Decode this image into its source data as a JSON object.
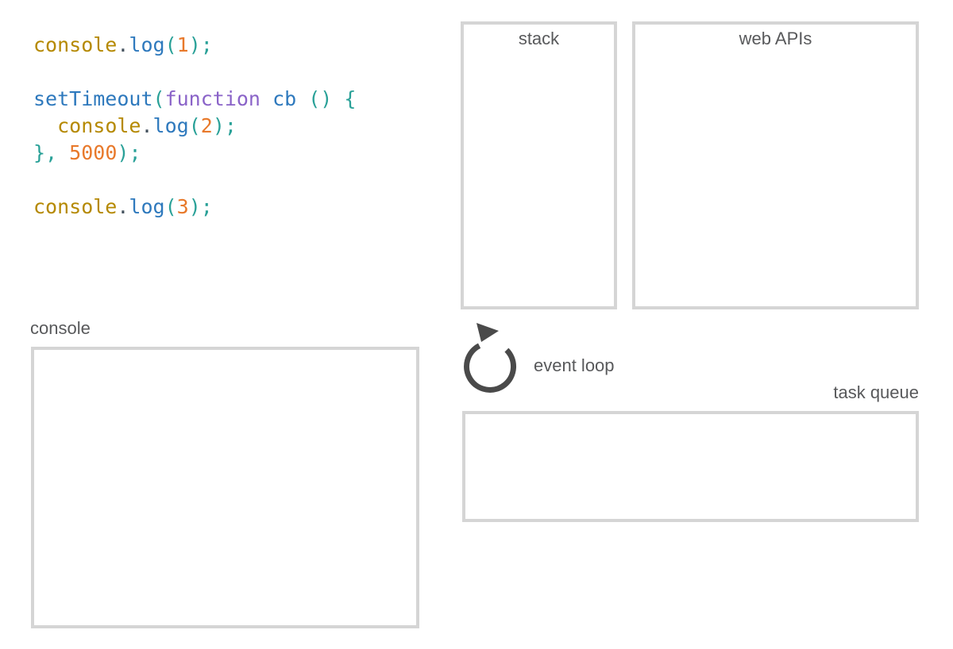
{
  "palette": {
    "background": "#ffffff",
    "border": "#d5d5d5",
    "label": "#58595b",
    "icon": "#4a4a4a",
    "code_builtin": "#b58900",
    "code_identifier": "#2e79bd",
    "code_keyword": "#8a63c8",
    "code_number": "#e8792b",
    "code_bracket": "#2aa198",
    "code_operator": "#44525e"
  },
  "code": {
    "lines": [
      {
        "tokens": [
          [
            "console",
            "builtin"
          ],
          [
            ".",
            "operator"
          ],
          [
            "log",
            "identifier"
          ],
          [
            "(",
            "bracket"
          ],
          [
            "1",
            "number"
          ],
          [
            ");",
            "bracket"
          ]
        ]
      },
      {
        "tokens": []
      },
      {
        "tokens": [
          [
            "setTimeout",
            "identifier"
          ],
          [
            "(",
            "bracket"
          ],
          [
            "function",
            "keyword"
          ],
          [
            " ",
            "operator"
          ],
          [
            "cb",
            "identifier"
          ],
          [
            " ",
            "operator"
          ],
          [
            "()",
            "bracket"
          ],
          [
            " ",
            "operator"
          ],
          [
            "{",
            "bracket"
          ]
        ]
      },
      {
        "tokens": [
          [
            "  ",
            "operator"
          ],
          [
            "console",
            "builtin"
          ],
          [
            ".",
            "operator"
          ],
          [
            "log",
            "identifier"
          ],
          [
            "(",
            "bracket"
          ],
          [
            "2",
            "number"
          ],
          [
            ");",
            "bracket"
          ]
        ]
      },
      {
        "tokens": [
          [
            "},",
            "bracket"
          ],
          [
            " ",
            "operator"
          ],
          [
            "5000",
            "number"
          ],
          [
            ");",
            "bracket"
          ]
        ]
      },
      {
        "tokens": []
      },
      {
        "tokens": [
          [
            "console",
            "builtin"
          ],
          [
            ".",
            "operator"
          ],
          [
            "log",
            "identifier"
          ],
          [
            "(",
            "bracket"
          ],
          [
            "3",
            "number"
          ],
          [
            ");",
            "bracket"
          ]
        ]
      }
    ]
  },
  "panels": {
    "stack": {
      "label": "stack"
    },
    "web_apis": {
      "label": "web APIs"
    },
    "console": {
      "label": "console"
    },
    "event_loop": {
      "label": "event loop"
    },
    "task_queue": {
      "label": "task queue"
    }
  }
}
